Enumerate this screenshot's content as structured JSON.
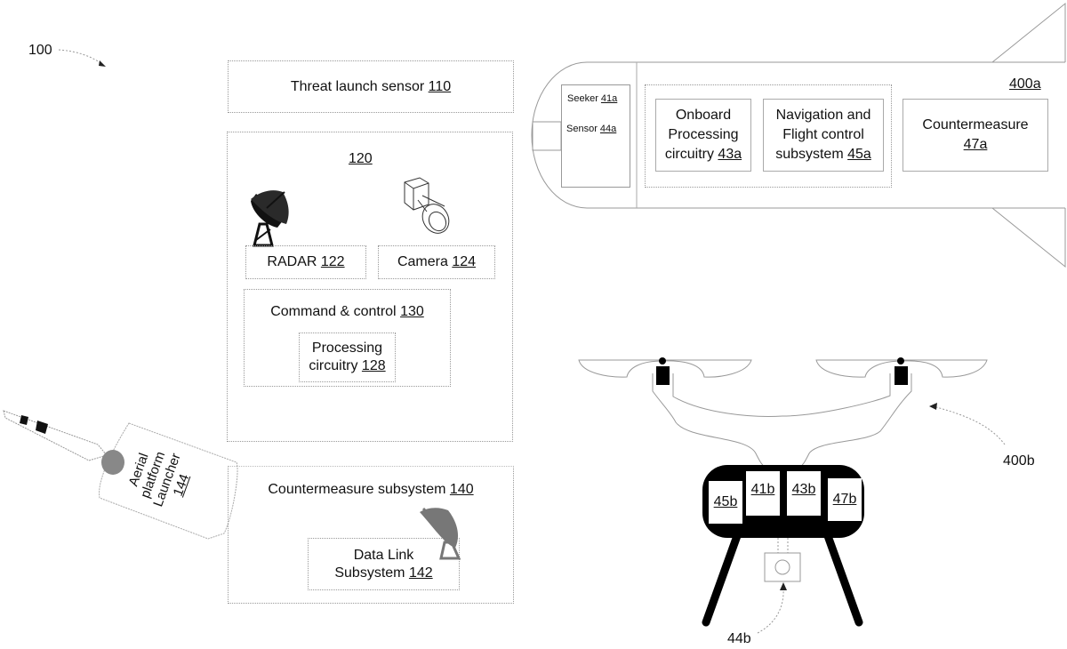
{
  "figure": {
    "system_ref": "100",
    "threat_sensor": {
      "text": "Threat launch sensor ",
      "ref": "110"
    },
    "block_120": {
      "ref": "120"
    },
    "radar": {
      "text": "RADAR ",
      "ref": "122",
      "icon": "radar-dish-icon"
    },
    "camera": {
      "text": "Camera ",
      "ref": "124",
      "icon": "camera-icon"
    },
    "command_control": {
      "text": "Command & control ",
      "ref": "130"
    },
    "processing": {
      "line1": "Processing",
      "line2": "circuitry ",
      "ref": "128"
    },
    "countermeasure_subsystem": {
      "text": "Countermeasure subsystem ",
      "ref": "140"
    },
    "data_link": {
      "line1": "Data Link",
      "line2": "Subsystem ",
      "ref": "142",
      "icon": "satellite-dish-icon"
    },
    "launcher": {
      "line1": "Aerial",
      "line2": "platform",
      "line3": "Launcher",
      "ref": "144",
      "icon": "rocket-icon"
    },
    "missile": {
      "ref": "400a",
      "seeker": {
        "text": "Seeker ",
        "ref": "41a"
      },
      "sensor": {
        "text": "Sensor ",
        "ref": "44a"
      },
      "onboard": {
        "line1": "Onboard",
        "line2": "Processing",
        "line3": "circuitry ",
        "ref": "43a"
      },
      "navigation": {
        "line1": "Navigation and",
        "line2": "Flight control",
        "line3": "subsystem ",
        "ref": "45a"
      },
      "countermeasure": {
        "line1": "Countermeasure",
        "ref": "47a"
      }
    },
    "drone": {
      "ref": "400b",
      "modules": [
        "45b",
        "41b",
        "43b",
        "47b"
      ],
      "sensor_ref": "44b"
    }
  }
}
